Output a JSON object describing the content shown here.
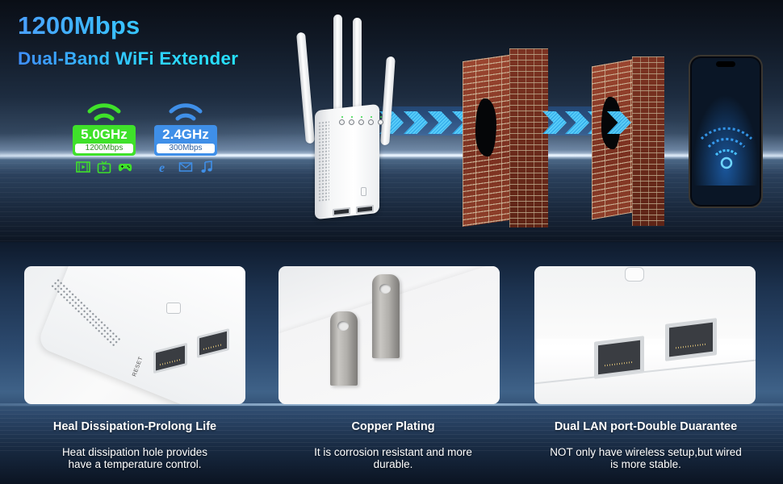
{
  "hero": {
    "headline": "1200Mbps",
    "subheadline": "Dual-Band WiFi Extender",
    "bands": [
      {
        "frequency": "5.0GHz",
        "speed": "1200Mbps",
        "color": "#3fe12a",
        "icons": [
          "video-icon",
          "tv-icon",
          "gamepad-icon"
        ]
      },
      {
        "frequency": "2.4GHz",
        "speed": "300Mbps",
        "color": "#3f8fe8",
        "icons": [
          "browser-icon",
          "mail-icon",
          "music-icon"
        ]
      }
    ],
    "scene": {
      "device": "wifi-extender-4-antenna",
      "obstacles": [
        "brick-wall",
        "brick-wall"
      ],
      "target": "smartphone-wifi-screen",
      "signal_color": "#4cc8ff"
    },
    "device_labels": {
      "reset": "RESET"
    }
  },
  "features": [
    {
      "title": "Heal Dissipation-Prolong Life",
      "description_line1": "Heat dissipation hole provides",
      "description_line2": "have a temperature control.",
      "image": "extender-vents-closeup"
    },
    {
      "title": "Copper Plating",
      "description_line1": "It is corrosion resistant and more",
      "description_line2": "durable.",
      "image": "plug-prongs-closeup"
    },
    {
      "title": "Dual LAN port-Double Duarantee",
      "description_line1": "NOT only have wireless setup,but wired",
      "description_line2": "is more stable.",
      "image": "dual-lan-ports-closeup"
    }
  ],
  "colors": {
    "headline_blue": "#4aa0ff",
    "subheadline_cyan": "#2fd0ff",
    "band5_green": "#3fe12a",
    "band24_blue": "#3f8fe8",
    "caption_text": "#ffffff"
  }
}
